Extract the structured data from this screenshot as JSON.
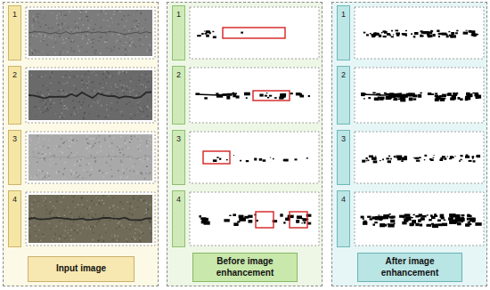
{
  "diagram": {
    "nodes": [
      {
        "text": [
          "Input image"
        ]
      },
      {
        "text": [
          "1"
        ],
        "in": 0
      },
      {
        "text": [
          "2"
        ],
        "in": 0
      },
      {
        "text": [
          "3"
        ],
        "in": 0
      },
      {
        "text": [
          "4"
        ],
        "in": 0
      },
      {
        "text": [
          "Before image enhancement"
        ]
      },
      {
        "text": [
          "1"
        ],
        "in": 5
      },
      {
        "text": [
          "2"
        ],
        "in": 5
      },
      {
        "text": [
          "3"
        ],
        "in": 5
      },
      {
        "text": [
          "4"
        ],
        "in": 5
      },
      {
        "text": [
          "After image enhancement"
        ]
      },
      {
        "text": [
          "1"
        ],
        "in": 10
      },
      {
        "text": [
          "2"
        ],
        "in": 10
      },
      {
        "text": [
          "3"
        ],
        "in": 10
      },
      {
        "text": [
          "4"
        ],
        "in": 10
      }
    ]
  }
}
